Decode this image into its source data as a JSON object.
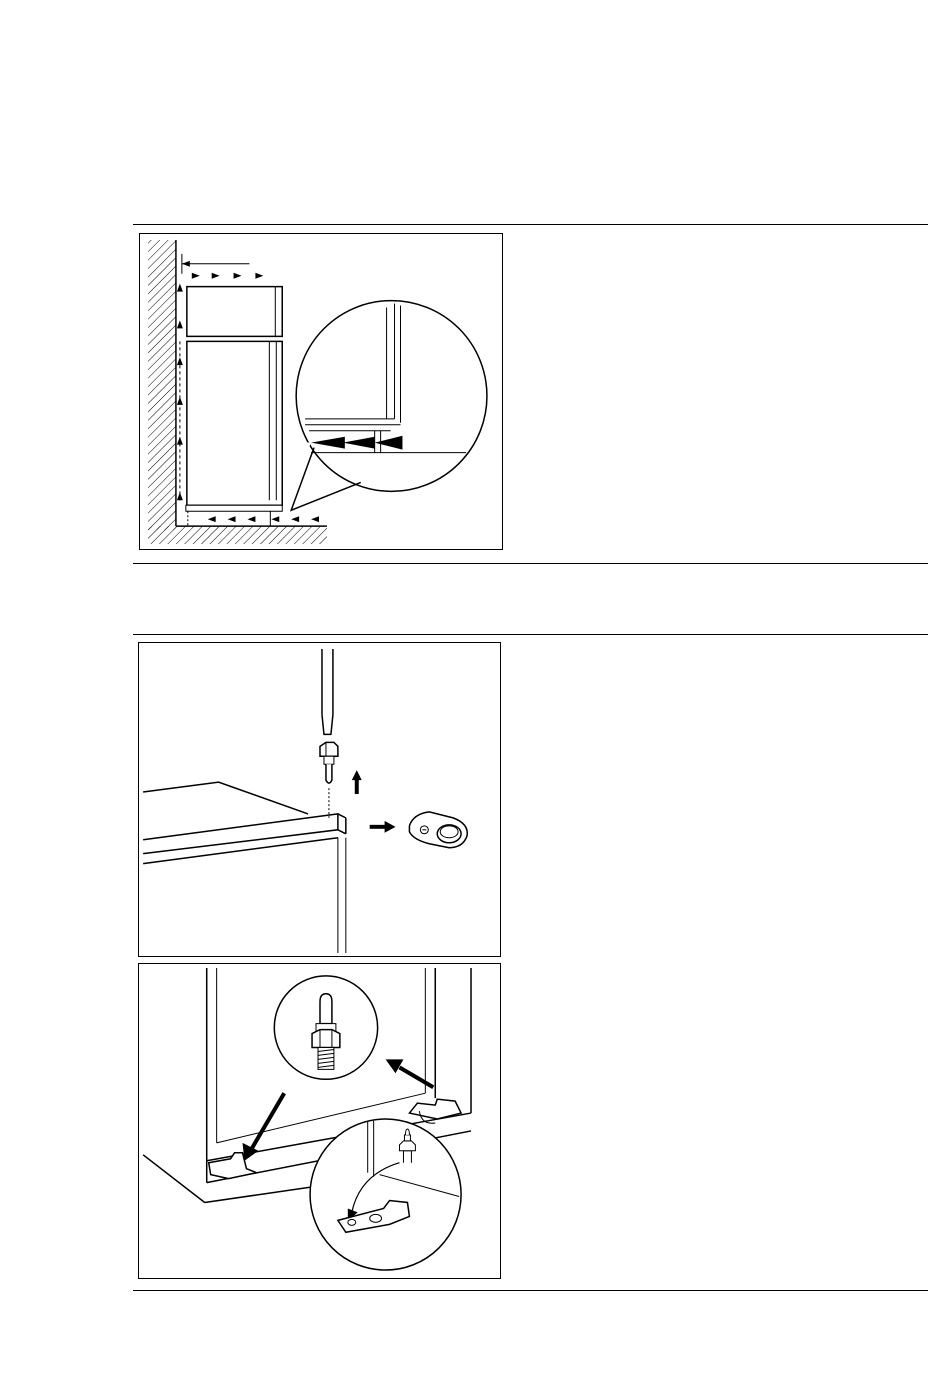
{
  "page": {
    "background": "#ffffff",
    "line_color": "#000000"
  },
  "figures": [
    {
      "name": "ventilation-clearance-illustration"
    },
    {
      "name": "hinge-pin-removal-illustration"
    },
    {
      "name": "hinge-pin-refit-illustration"
    }
  ]
}
